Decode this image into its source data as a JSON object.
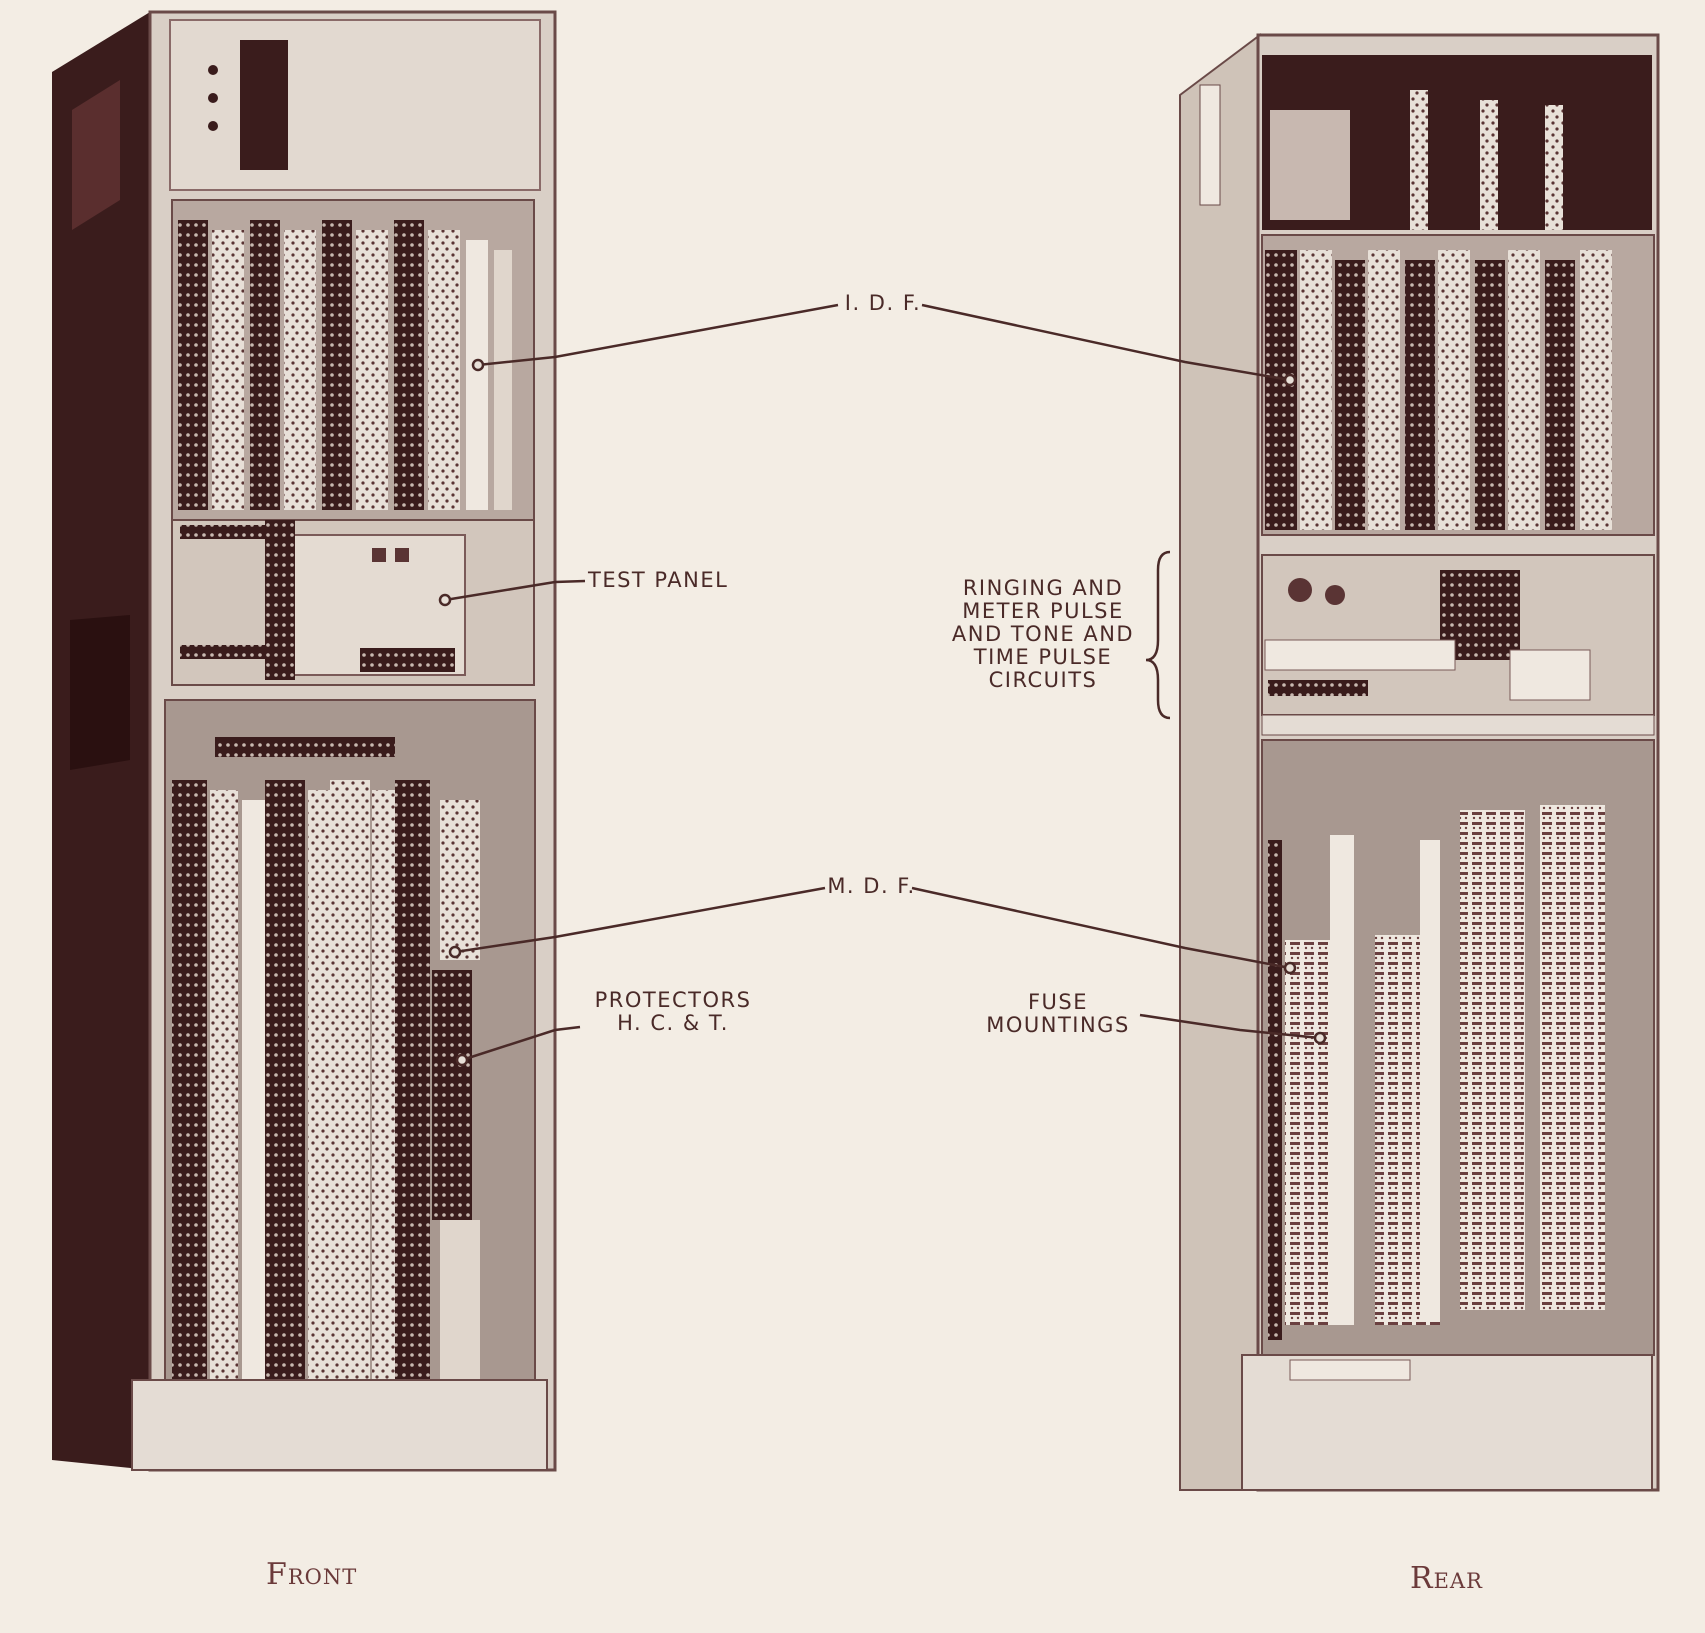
{
  "colors": {
    "paper": "#f3ede4",
    "ink": "#4a2a28",
    "frame": "#d9cfc6",
    "dark": "#3a1c1c"
  },
  "labels": {
    "idf": "I. D. F.",
    "test_panel": "TEST PANEL",
    "ringing": "RINGING AND\nMETER PULSE\nAND TONE AND\nTIME PULSE\nCIRCUITS",
    "mdf": "M. D. F.",
    "protectors": "PROTECTORS\nH. C. & T.",
    "fuse": "FUSE\nMOUNTINGS"
  },
  "captions": {
    "front": "Front",
    "rear": "Rear"
  }
}
